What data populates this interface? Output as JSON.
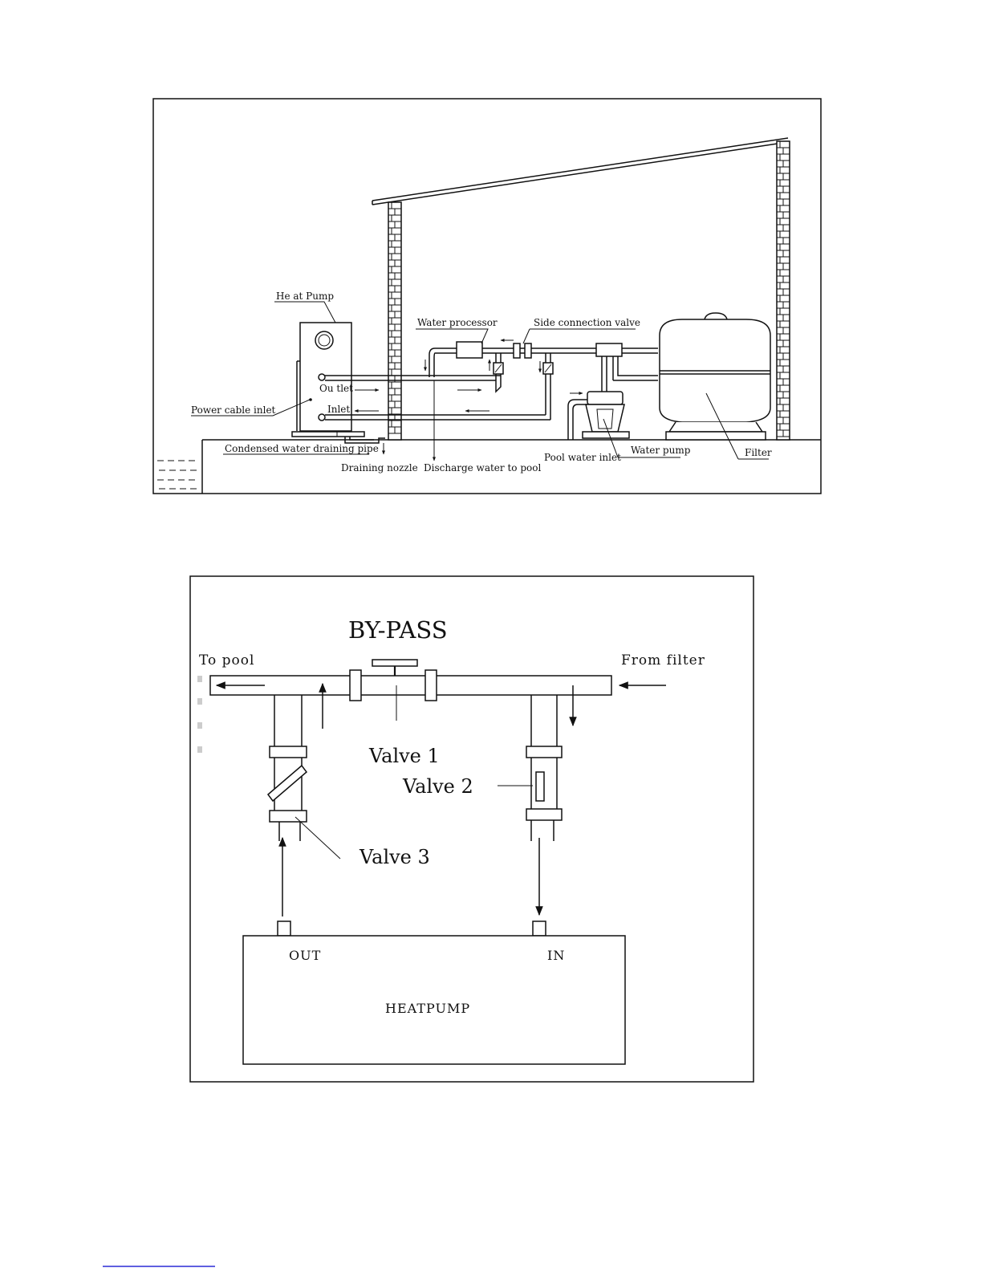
{
  "installation": {
    "heat_pump": "He at Pump",
    "water_processor": "Water processor",
    "side_connection_valve": "Side connection valve",
    "outlet": "Ou tlet",
    "inlet": "Inlet",
    "power_cable_inlet": "Power cable inlet",
    "condensed_water_pipe": "Condensed water draining pipe",
    "draining_nozzle": "Draining nozzle",
    "discharge_to_pool": "Discharge water to pool",
    "pool_water_inlet": "Pool water inlet",
    "water_pump": "Water pump",
    "filter": "Filter"
  },
  "bypass": {
    "title": "BY-PASS",
    "to_pool": "To pool",
    "from_filter": "From  filter",
    "valve1": "Valve 1",
    "valve2": "Valve 2",
    "valve3": "Valve 3",
    "out": "OUT",
    "in": "IN",
    "heatpump": "HEATPUMP"
  }
}
